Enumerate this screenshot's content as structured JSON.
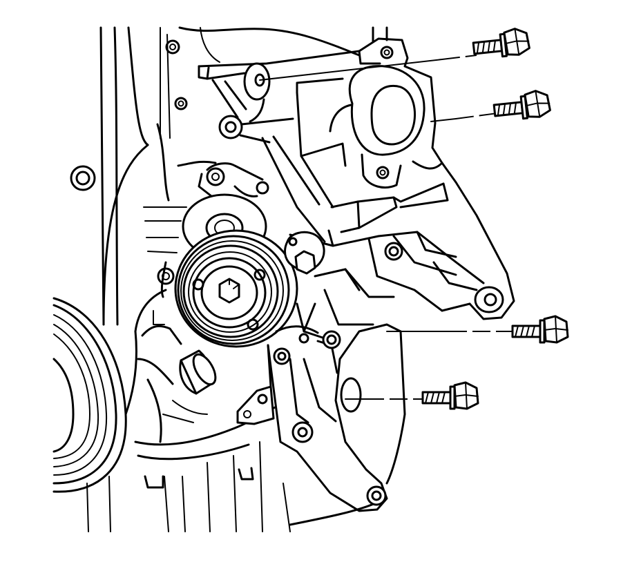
{
  "figure": {
    "colors": {
      "line": "#000000",
      "paper": "#ffffff"
    },
    "bolts": [
      {
        "id": "bolt-1",
        "semantic": "bracket-bolt-icon"
      },
      {
        "id": "bolt-2",
        "semantic": "bracket-bolt-icon"
      },
      {
        "id": "bolt-3",
        "semantic": "bracket-bolt-icon"
      },
      {
        "id": "bolt-4",
        "semantic": "bracket-bolt-icon"
      }
    ]
  }
}
